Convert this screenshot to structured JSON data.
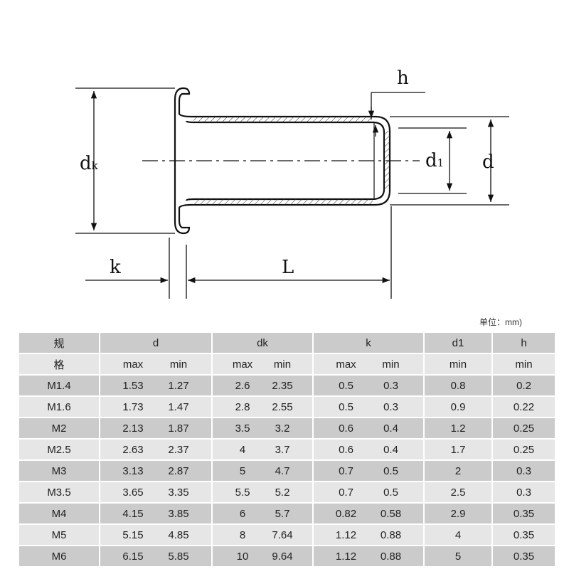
{
  "diagram": {
    "labels": {
      "h": "h",
      "dk_main": "d",
      "dk_sub": "k",
      "d1_main": "d",
      "d1_sub": "1",
      "d": "d",
      "k": "k",
      "L": "L"
    }
  },
  "unit_note": "单位：mm)",
  "table": {
    "header_row1": [
      "规",
      "d",
      "dk",
      "k",
      "d1",
      "h"
    ],
    "header_row2": {
      "first": "格",
      "d": [
        "max",
        "min"
      ],
      "dk": [
        "max",
        "min"
      ],
      "k": [
        "max",
        "min"
      ],
      "d1": "min",
      "h": "min"
    },
    "rows": [
      {
        "size": "M1.4",
        "d": [
          "1.53",
          "1.27"
        ],
        "dk": [
          "2.6",
          "2.35"
        ],
        "k": [
          "0.5",
          "0.3"
        ],
        "d1": "0.8",
        "h": "0.2"
      },
      {
        "size": "M1.6",
        "d": [
          "1.73",
          "1.47"
        ],
        "dk": [
          "2.8",
          "2.55"
        ],
        "k": [
          "0.5",
          "0.3"
        ],
        "d1": "0.9",
        "h": "0.22"
      },
      {
        "size": "M2",
        "d": [
          "2.13",
          "1.87"
        ],
        "dk": [
          "3.5",
          "3.2"
        ],
        "k": [
          "0.6",
          "0.4"
        ],
        "d1": "1.2",
        "h": "0.25"
      },
      {
        "size": "M2.5",
        "d": [
          "2.63",
          "2.37"
        ],
        "dk": [
          "4",
          "3.7"
        ],
        "k": [
          "0.6",
          "0.4"
        ],
        "d1": "1.7",
        "h": "0.25"
      },
      {
        "size": "M3",
        "d": [
          "3.13",
          "2.87"
        ],
        "dk": [
          "5",
          "4.7"
        ],
        "k": [
          "0.7",
          "0.5"
        ],
        "d1": "2",
        "h": "0.3"
      },
      {
        "size": "M3.5",
        "d": [
          "3.65",
          "3.35"
        ],
        "dk": [
          "5.5",
          "5.2"
        ],
        "k": [
          "0.7",
          "0.5"
        ],
        "d1": "2.5",
        "h": "0.3"
      },
      {
        "size": "M4",
        "d": [
          "4.15",
          "3.85"
        ],
        "dk": [
          "6",
          "5.7"
        ],
        "k": [
          "0.82",
          "0.58"
        ],
        "d1": "2.9",
        "h": "0.35"
      },
      {
        "size": "M5",
        "d": [
          "5.15",
          "4.85"
        ],
        "dk": [
          "8",
          "7.64"
        ],
        "k": [
          "1.12",
          "0.88"
        ],
        "d1": "4",
        "h": "0.35"
      },
      {
        "size": "M6",
        "d": [
          "6.15",
          "5.85"
        ],
        "dk": [
          "10",
          "9.64"
        ],
        "k": [
          "1.12",
          "0.88"
        ],
        "d1": "5",
        "h": "0.35"
      }
    ]
  }
}
